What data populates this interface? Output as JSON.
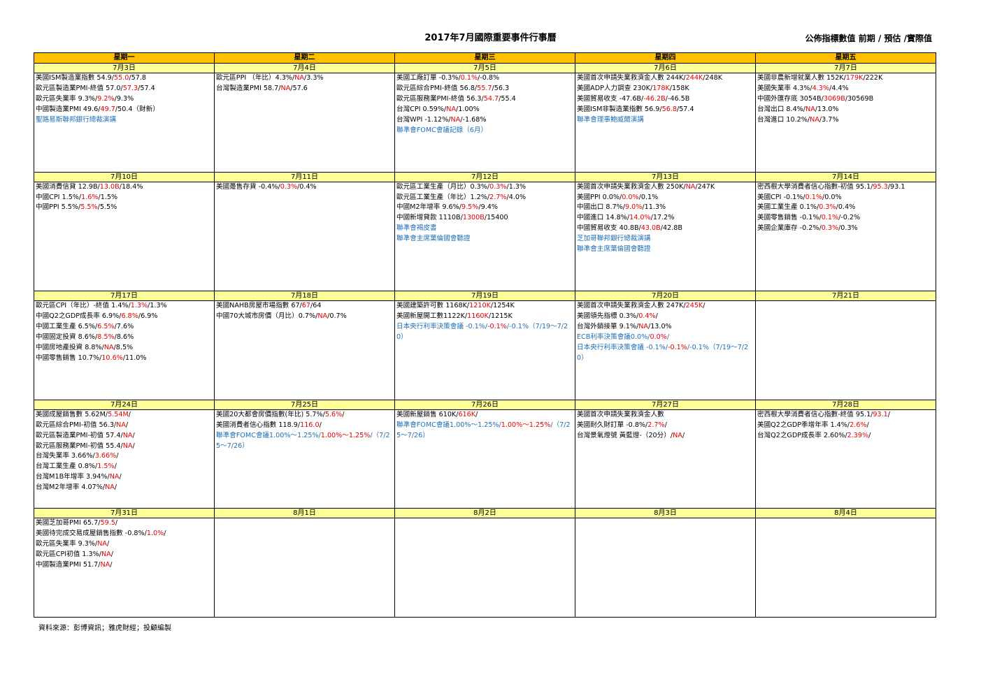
{
  "title": "2017年7月國際重要事件行事曆",
  "legend_title": "公佈指標數值  前期 / 預估 /實際值",
  "weekdays": [
    "星期一",
    "星期二",
    "星期三",
    "星期四",
    "星期五"
  ],
  "weeks": [
    {
      "days": [
        {
          "date": "7月3日",
          "events": [
            {
              "text": "美國ISM製造業指數 54.9/",
              "forecast": "55.0",
              "actual": "/57.8"
            },
            {
              "text": "歐元區製造業PMI-終值 57.0/",
              "forecast": "57.3",
              "actual": "/57.4"
            },
            {
              "text": "歐元區失業率 9.3%/",
              "forecast": "9.2%",
              "actual": "/9.3%"
            },
            {
              "text": "中國製造業PMI 49.6/",
              "forecast": "49.7",
              "actual": "/50.4（財新）"
            },
            {
              "text": "聖路易斯聯邦銀行總裁演講",
              "type": "speech"
            }
          ]
        },
        {
          "date": "7月4日",
          "events": [
            {
              "text": "歐元區PPI （年比）4.3%/",
              "forecast": "NA",
              "actual": "/3.3%"
            },
            {
              "text": "台灣製造業PMI 58.7/",
              "forecast": "NA",
              "actual": "/57.6"
            }
          ]
        },
        {
          "date": "7月5日",
          "events": [
            {
              "text": "美國工廠訂單 -0.3%/",
              "forecast": "0.1%",
              "actual": "/-0.8%"
            },
            {
              "text": "歐元區綜合PMI-終值 56.8/",
              "forecast": "55.7",
              "actual": "/56.3"
            },
            {
              "text": "歐元區服務業PMI-終值 56.3/",
              "forecast": "54.7",
              "actual": "/55.4"
            },
            {
              "text": "台灣CPI  0.59%/",
              "forecast": "NA",
              "actual": "/1.00%"
            },
            {
              "text": "台灣WPI  -1.12%/",
              "forecast": "NA",
              "actual": "/-1.68%"
            },
            {
              "text": "聯準會FOMC會議記錄（6月）",
              "type": "speech"
            }
          ]
        },
        {
          "date": "7月6日",
          "events": [
            {
              "text": "美國首次申請失業救濟金人數 244K/",
              "forecast": "244K",
              "actual": "/248K"
            },
            {
              "text": "美國ADP人力調查 230K/",
              "forecast": "178K",
              "actual": "/158K"
            },
            {
              "text": "美國貿易收支 -47.6B/",
              "forecast": "-46.2B",
              "actual": "/-46.5B"
            },
            {
              "text": "美國ISM非製造業指數 56.9/",
              "forecast": "56.8",
              "actual": "/57.4"
            },
            {
              "text": "聯準會理事鮑威爾演講",
              "type": "speech"
            }
          ]
        },
        {
          "date": "7月7日",
          "events": [
            {
              "text": "美國非農新增就業人數 152K/",
              "forecast": "179K",
              "actual": "/222K"
            },
            {
              "text": "美國失業率 4.3%/",
              "forecast": "4.3%",
              "actual": "/4.4%"
            },
            {
              "text": "中國外匯存底 3054B/",
              "forecast": "3069B",
              "actual": "/30569B"
            },
            {
              "text": "台灣出口 8.4%/",
              "forecast": "NA",
              "actual": "/13.0%"
            },
            {
              "text": "台灣進口 10.2%/",
              "forecast": "NA",
              "actual": "/3.7%"
            }
          ]
        }
      ]
    },
    {
      "days": [
        {
          "date": "7月10日",
          "events": [
            {
              "text": "美國消費信貸 12.9B/",
              "forecast": "13.0B",
              "actual": "/18.4%"
            },
            {
              "text": "中國CPI  1.5%/",
              "forecast": "1.6%",
              "actual": "/1.5%"
            },
            {
              "text": "中國PPI  5.5%/",
              "forecast": "5.5%",
              "actual": "/5.5%"
            }
          ]
        },
        {
          "date": "7月11日",
          "events": [
            {
              "text": "美國躉售存貨 -0.4%/",
              "forecast": "0.3%",
              "actual": "/0.4%"
            }
          ]
        },
        {
          "date": "7月12日",
          "events": [
            {
              "text": "歐元區工業生產（月比）0.3%/",
              "forecast": "0.3%",
              "actual": "/1.3%"
            },
            {
              "text": "歐元區工業生產（年比）1.2%/",
              "forecast": "2.7%",
              "actual": "/4.0%"
            },
            {
              "text": "中國M2年增率 9.6%/",
              "forecast": "9.5%",
              "actual": "/9.4%"
            },
            {
              "text": "中國新增貸款 1110B/",
              "forecast": "1300B",
              "actual": "/15400"
            },
            {
              "text": "聯準會褐皮書",
              "type": "speech"
            },
            {
              "text": "聯準會主席葉倫國會聽證",
              "type": "speech"
            }
          ]
        },
        {
          "date": "7月13日",
          "events": [
            {
              "text": "美國首次申請失業救濟金人數 250K/",
              "forecast": "NA",
              "actual": "/247K"
            },
            {
              "text": "美國PPI 0.0%/",
              "forecast": "0.0%",
              "actual": "/0.1%"
            },
            {
              "text": "中國出口 8.7%/",
              "forecast": "9.0%",
              "actual": "/11.3%"
            },
            {
              "text": "中國進口 14.8%/",
              "forecast": "14.0%",
              "actual": "/17.2%"
            },
            {
              "text": "中國貿易收支 40.8B/",
              "forecast": "43.0B",
              "actual": "/42.8B"
            },
            {
              "text": "芝加哥聯邦銀行總裁演講",
              "type": "speech"
            },
            {
              "text": "聯準會主席葉倫國會聽證",
              "type": "speech"
            }
          ]
        },
        {
          "date": "7月14日",
          "events": [
            {
              "text": "密西根大學消費者信心指數-初值 95.1/",
              "forecast": "95.3",
              "actual": "/93.1"
            },
            {
              "text": "美國CPI  -0.1%/",
              "forecast": "0.1%",
              "actual": "/0.0%"
            },
            {
              "text": "美國工業生產 0.1%/",
              "forecast": "0.3%",
              "actual": "/0.4%"
            },
            {
              "text": "美國零售銷售 -0.1%/",
              "forecast": "0.1%",
              "actual": "/-0.2%"
            },
            {
              "text": "美國企業庫存 -0.2%/",
              "forecast": "0.3%",
              "actual": "/0.3%"
            }
          ]
        }
      ]
    },
    {
      "days": [
        {
          "date": "7月17日",
          "events": [
            {
              "text": "歐元區CPI（年比）-終值 1.4%/",
              "forecast": "1.3%",
              "actual": "/1.3%"
            },
            {
              "text": "中國Q2之GDP成長率 6.9%/",
              "forecast": "6.8%",
              "actual": "/6.9%"
            },
            {
              "text": "中國工業生產 6.5%/",
              "forecast": "6.5%",
              "actual": "/7.6%"
            },
            {
              "text": "中國固定投資 8.6%/",
              "forecast": "8.5%",
              "actual": "/8.6%"
            },
            {
              "text": "中國房地產投資 8.8%/",
              "forecast": "NA",
              "actual": "/8.5%"
            },
            {
              "text": "中國零售銷售 10.7%/",
              "forecast": "10.6%",
              "actual": "/11.0%"
            }
          ]
        },
        {
          "date": "7月18日",
          "events": [
            {
              "text": "美國NAHB房屋市場指數 67/",
              "forecast": "67",
              "actual": "/64"
            },
            {
              "text": "中國70大城市房價（月比）0.7%/",
              "forecast": "NA",
              "actual": "/0.7%"
            }
          ]
        },
        {
          "date": "7月19日",
          "events": [
            {
              "text": "美國建築許可數 1168K/",
              "forecast": "1210K",
              "actual": "/1254K"
            },
            {
              "text": "美國新屋開工數1122K/",
              "forecast": "1160K",
              "actual": "/1215K"
            },
            {
              "text": "日本央行利率決策會議 -0.1%/",
              "forecast": "-0.1%",
              "actual": "/-0.1%（7/19～7/20）",
              "type": "speech"
            }
          ]
        },
        {
          "date": "7月20日",
          "events": [
            {
              "text": "美國首次申請失業救濟金人數 247K/",
              "forecast": "245K",
              "actual": "/"
            },
            {
              "text": "美國領先指標 0.3%/",
              "forecast": "0.4%",
              "actual": "/"
            },
            {
              "text": "台灣外銷接單 9.1%/",
              "forecast": "NA",
              "actual": "/13.0%"
            },
            {
              "text": "ECB利率決策會議0.0%/",
              "forecast": "0.0%",
              "actual": "/",
              "type": "speech"
            },
            {
              "text": "日本央行利率決策會議 -0.1%/",
              "forecast": "-0.1%",
              "actual": "/-0.1%（7/19～7/20）",
              "type": "speech"
            }
          ]
        },
        {
          "date": "7月21日",
          "events": []
        }
      ]
    },
    {
      "days": [
        {
          "date": "7月24日",
          "events": [
            {
              "text": "美國成屋銷售數 5.62M/",
              "forecast": "5.54M",
              "actual": "/"
            },
            {
              "text": "歐元區綜合PMI-初值 56.3/",
              "forecast": "NA",
              "actual": "/"
            },
            {
              "text": "歐元區製造業PMI-初值 57.4/",
              "forecast": "NA",
              "actual": "/"
            },
            {
              "text": "歐元區服務業PMI-初值 55.4/",
              "forecast": "NA",
              "actual": "/"
            },
            {
              "text": "台灣失業率 3.66%/",
              "forecast": "3.66%",
              "actual": "/"
            },
            {
              "text": "台灣工業生產  0.8%/",
              "forecast": "1.5%",
              "actual": "/"
            },
            {
              "text": "台灣M1B年增率 3.94%/",
              "forecast": "NA",
              "actual": "/"
            },
            {
              "text": "台灣M2年增率  4.07%/",
              "forecast": "NA",
              "actual": "/"
            }
          ]
        },
        {
          "date": "7月25日",
          "events": [
            {
              "text": "美國20大都會房價指數(年比) 5.7%/",
              "forecast": "5.6%",
              "actual": "/"
            },
            {
              "text": "美國消費者信心指數 118.9/",
              "forecast": "116.0",
              "actual": "/"
            },
            {
              "text": "聯準會FOMC會議1.00%～1.25%/",
              "forecast": "1.00%～1.25%",
              "actual": "/（7/25～7/26）",
              "type": "speech"
            }
          ]
        },
        {
          "date": "7月26日",
          "events": [
            {
              "text": "美國新屋銷售 610K/",
              "forecast": "616K",
              "actual": "/"
            },
            {
              "text": "聯準會FOMC會議1.00%～1.25%/",
              "forecast": "1.00%～1.25%",
              "actual": "/（7/25～7/26）",
              "type": "speech"
            }
          ]
        },
        {
          "date": "7月27日",
          "events": [
            {
              "text": "美國首次申請失業救濟金人數",
              "forecast": "",
              "actual": ""
            },
            {
              "text": "美國耐久財訂單 -0.8%/",
              "forecast": "2.7%",
              "actual": "/"
            },
            {
              "text": "台灣景氣燈號 黃藍燈-（20分）/",
              "forecast": "NA",
              "actual": "/"
            }
          ]
        },
        {
          "date": "7月28日",
          "events": [
            {
              "text": "密西根大學消費者信心指數-終值 95.1/",
              "forecast": "93.1",
              "actual": "/"
            },
            {
              "text": "美國Q2之GDP季增年率 1.4%/",
              "forecast": "2.6%",
              "actual": "/"
            },
            {
              "text": "台灣Q2之GDP成長率 2.60%/",
              "forecast": "2.39%",
              "actual": "/"
            }
          ]
        }
      ]
    },
    {
      "days": [
        {
          "date": "7月31日",
          "events": [
            {
              "text": "美國芝加哥PMI 65.7/",
              "forecast": "59.5",
              "actual": "/"
            },
            {
              "text": "美國待完成交易成屋銷售指數  -0.8%/",
              "forecast": "1.0%",
              "actual": "/"
            },
            {
              "text": "歐元區失業率 9.3%/",
              "forecast": "NA",
              "actual": "/"
            },
            {
              "text": "歐元區CPI初值 1.3%/",
              "forecast": "NA",
              "actual": "/"
            },
            {
              "text": "中國製造業PMI  51.7/",
              "forecast": "NA",
              "actual": "/"
            }
          ]
        },
        {
          "date": "8月1日",
          "events": []
        },
        {
          "date": "8月2日",
          "events": []
        },
        {
          "date": "8月3日",
          "events": []
        },
        {
          "date": "8月4日",
          "events": []
        }
      ]
    }
  ],
  "source": "資料來源：彭博資訊；雅虎財經；投顧編製",
  "colors": {
    "header": "#ffc000",
    "date_row": "#ffff99",
    "forecast": "#e00000",
    "speech": "#1f6fb5"
  }
}
